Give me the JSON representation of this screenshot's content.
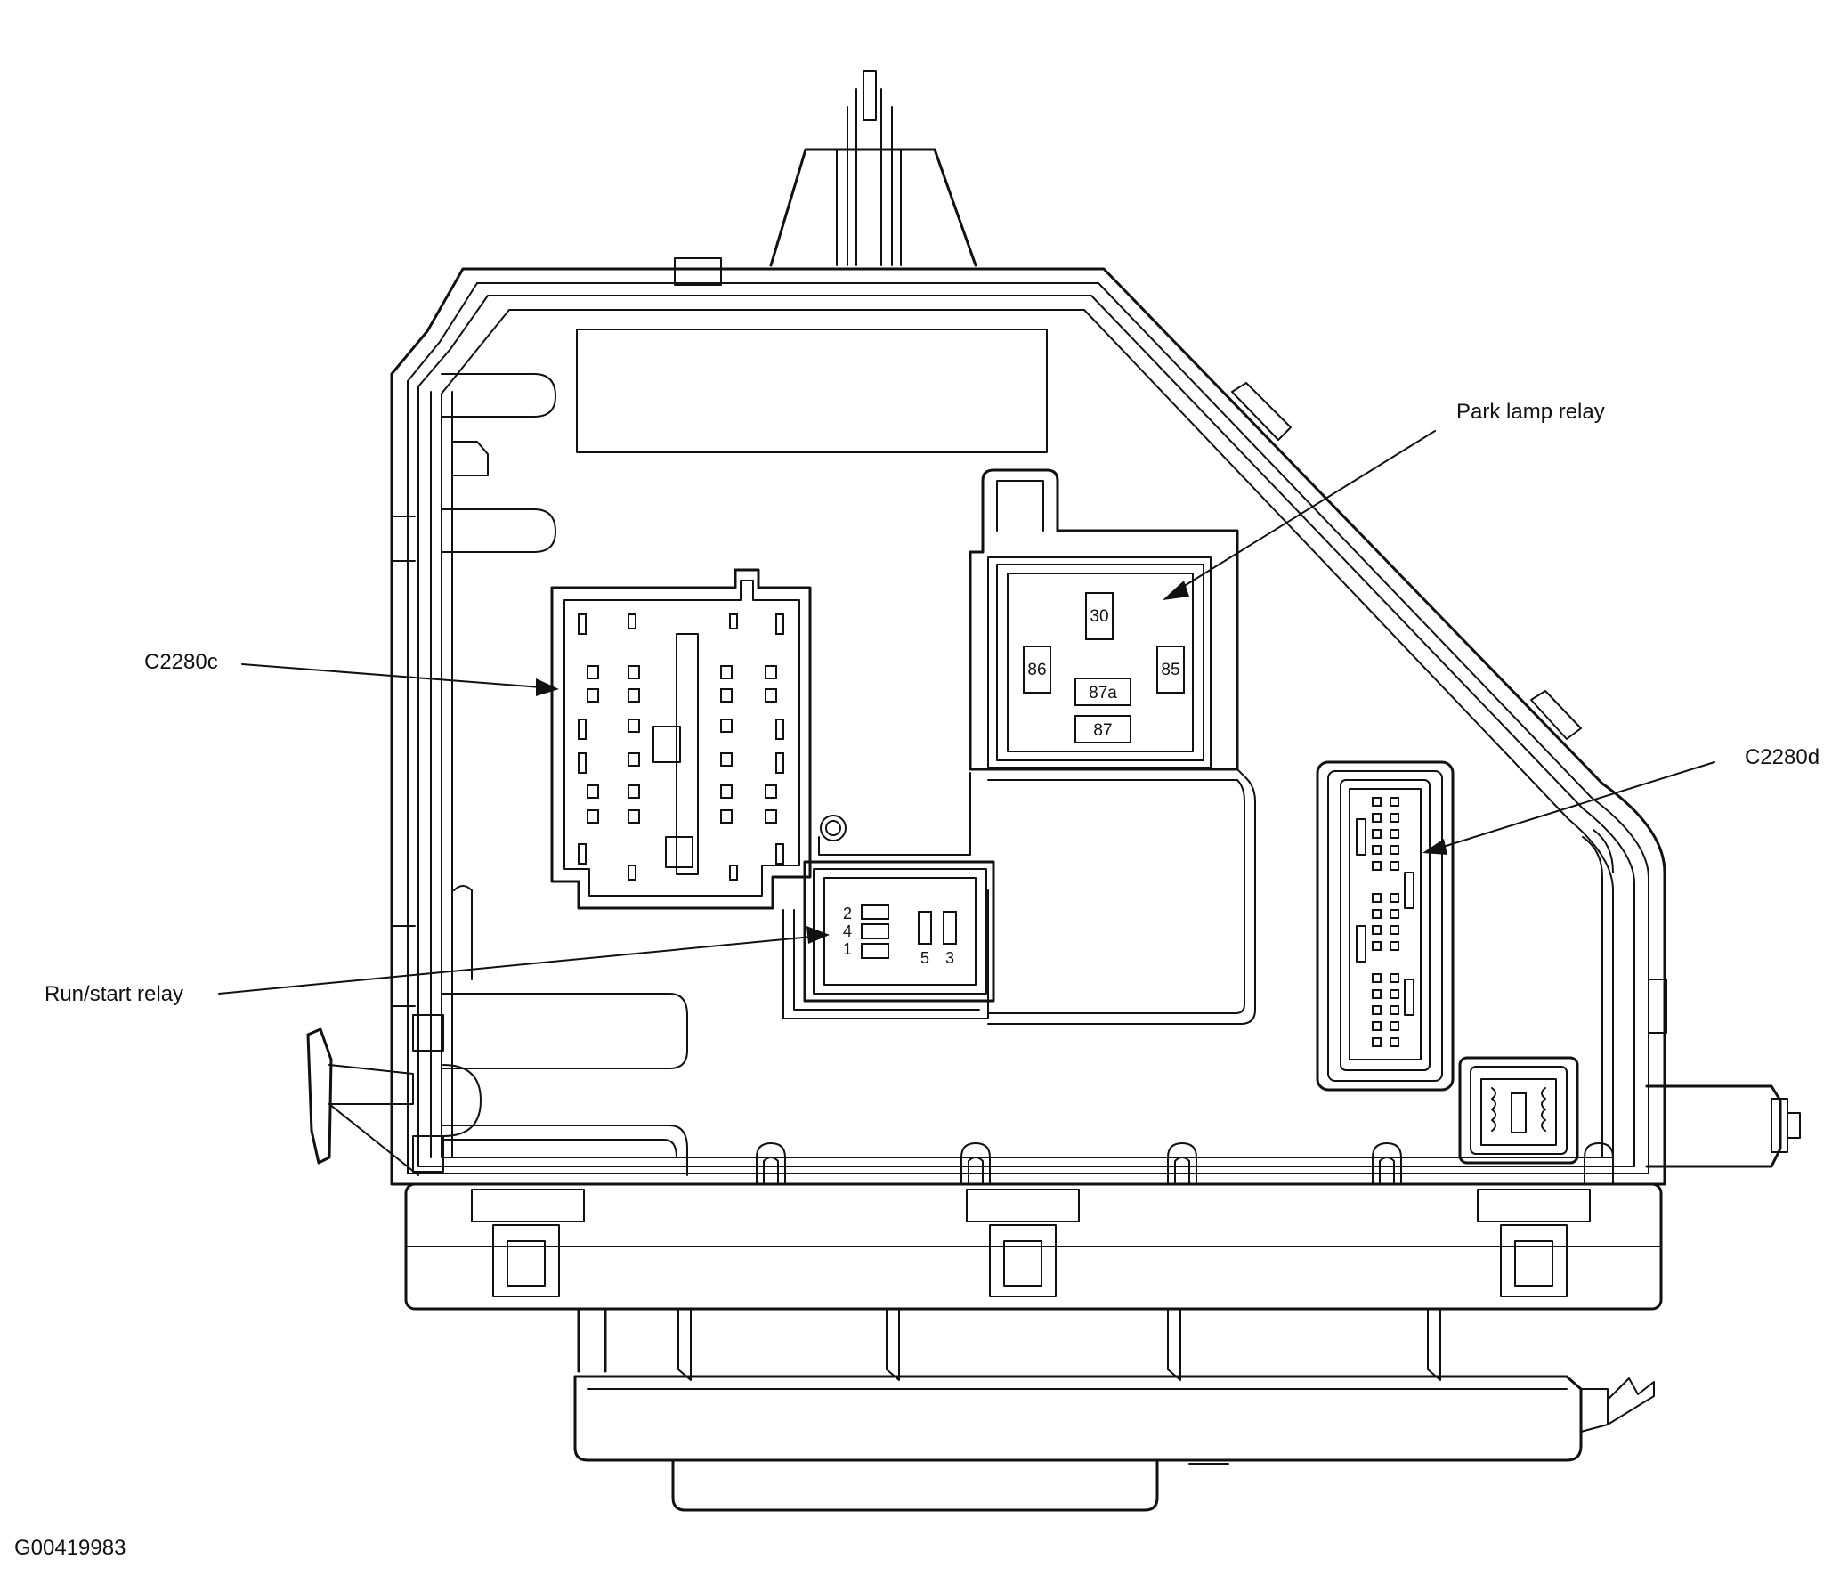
{
  "diagram": {
    "figure_id": "G00419983",
    "callouts": {
      "park_lamp_relay": "Park lamp relay",
      "c2280c": "C2280c",
      "c2280d": "C2280d",
      "run_start_relay": "Run/start relay"
    },
    "park_lamp_relay_terminals": {
      "t30": "30",
      "t86": "86",
      "t85": "85",
      "t87a": "87a",
      "t87": "87"
    },
    "run_start_relay_terminals": {
      "t2": "2",
      "t4": "4",
      "t1": "1",
      "t5": "5",
      "t3": "3"
    }
  }
}
